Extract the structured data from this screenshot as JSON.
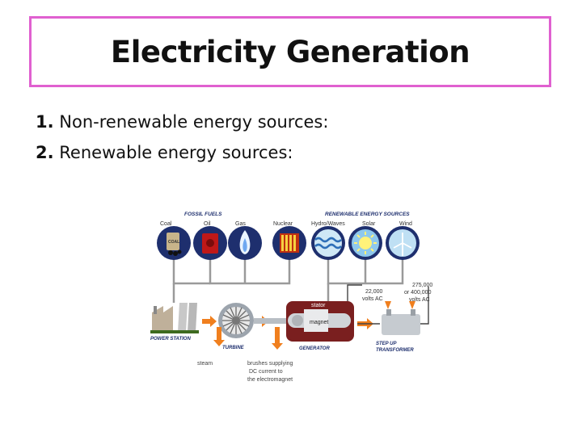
{
  "slide": {
    "title": "Electricity Generation",
    "bullets": [
      {
        "num": "1.",
        "text": "Non-renewable energy sources:"
      },
      {
        "num": "2.",
        "text": "Renewable energy sources:"
      }
    ]
  },
  "diagram": {
    "group_fossil": "FOSSIL FUELS",
    "group_renewable": "RENEWABLE ENERGY SOURCES",
    "sources": [
      "Coal",
      "Oil",
      "Gas",
      "Nuclear",
      "Hydro/Waves",
      "Solar",
      "Wind"
    ],
    "coal_bag_text": "COAL",
    "stations": {
      "power_station": "POWER STATION",
      "turbine": "TURBINE",
      "generator": "GENERATOR",
      "step_up": "STEP UP",
      "transformer": "TRANSFORMER"
    },
    "generator_labels": {
      "stator": "stator",
      "magnet": "magnet"
    },
    "voltage_left": [
      "22,000",
      "volts AC"
    ],
    "voltage_right": [
      "275,000",
      "or 400,000",
      "volts AC"
    ],
    "captions": {
      "steam": "steam",
      "brushes": [
        "brushes supplying",
        "DC current to",
        "the electromagnet"
      ]
    },
    "colors": {
      "navy": "#1e2f6e",
      "orange": "#f07f1e",
      "maroon": "#7a1f1f",
      "border_pink": "#e060d0"
    }
  }
}
